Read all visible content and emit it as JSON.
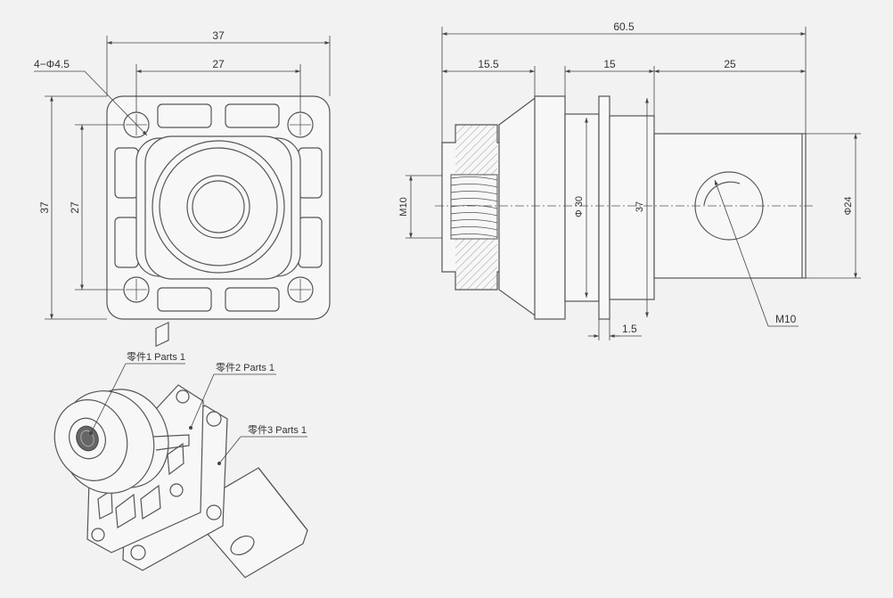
{
  "front_view": {
    "width_outer": "37",
    "width_inner": "27",
    "height_outer": "37",
    "height_inner": "27",
    "holes": "4−Φ4.5"
  },
  "side_view": {
    "total_length": "60.5",
    "seg_1": "15.5",
    "seg_2": "15",
    "seg_3": "25",
    "thread_left": "M10",
    "diameter_30": "Φ 30",
    "height_37": "37",
    "diameter_24": "Φ24",
    "thickness": "1.5",
    "thread_right": "M10"
  },
  "iso_view": {
    "part1": "零件1 Parts 1",
    "part2": "零件2 Parts 1",
    "part3": "零件3 Parts 1"
  },
  "colors": {
    "background": "#f2f2f2",
    "line": "#555555"
  }
}
